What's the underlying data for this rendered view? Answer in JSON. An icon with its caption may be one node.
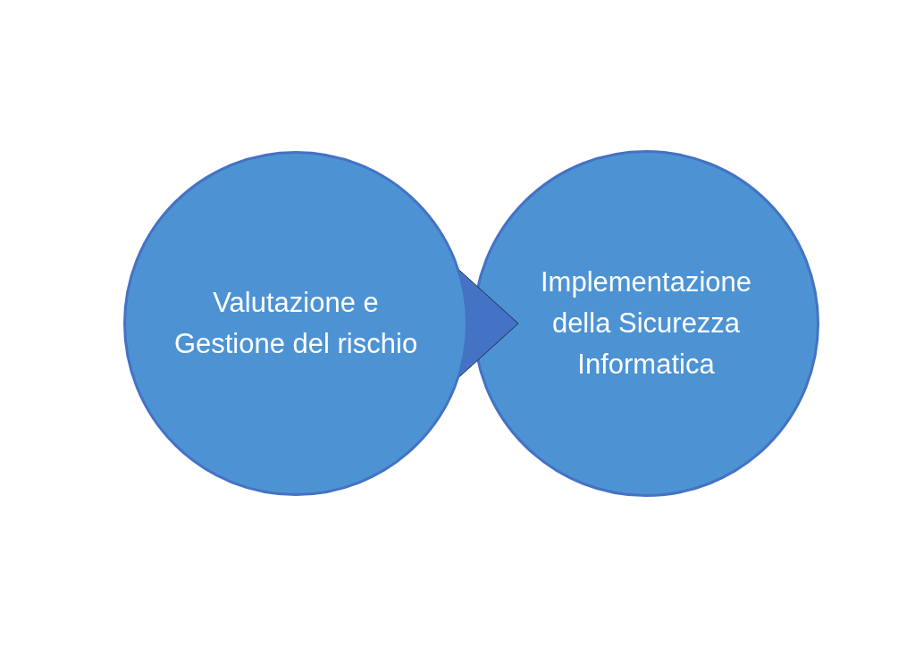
{
  "diagram": {
    "nodes": [
      {
        "text": [
          "Valutazione e Gestione del rischio"
        ]
      },
      {
        "text": [
          "Implementazione della Sicurezza Informatica"
        ]
      }
    ],
    "edges": [
      {
        "from": 0,
        "to": 1,
        "arrow": "to"
      }
    ]
  }
}
